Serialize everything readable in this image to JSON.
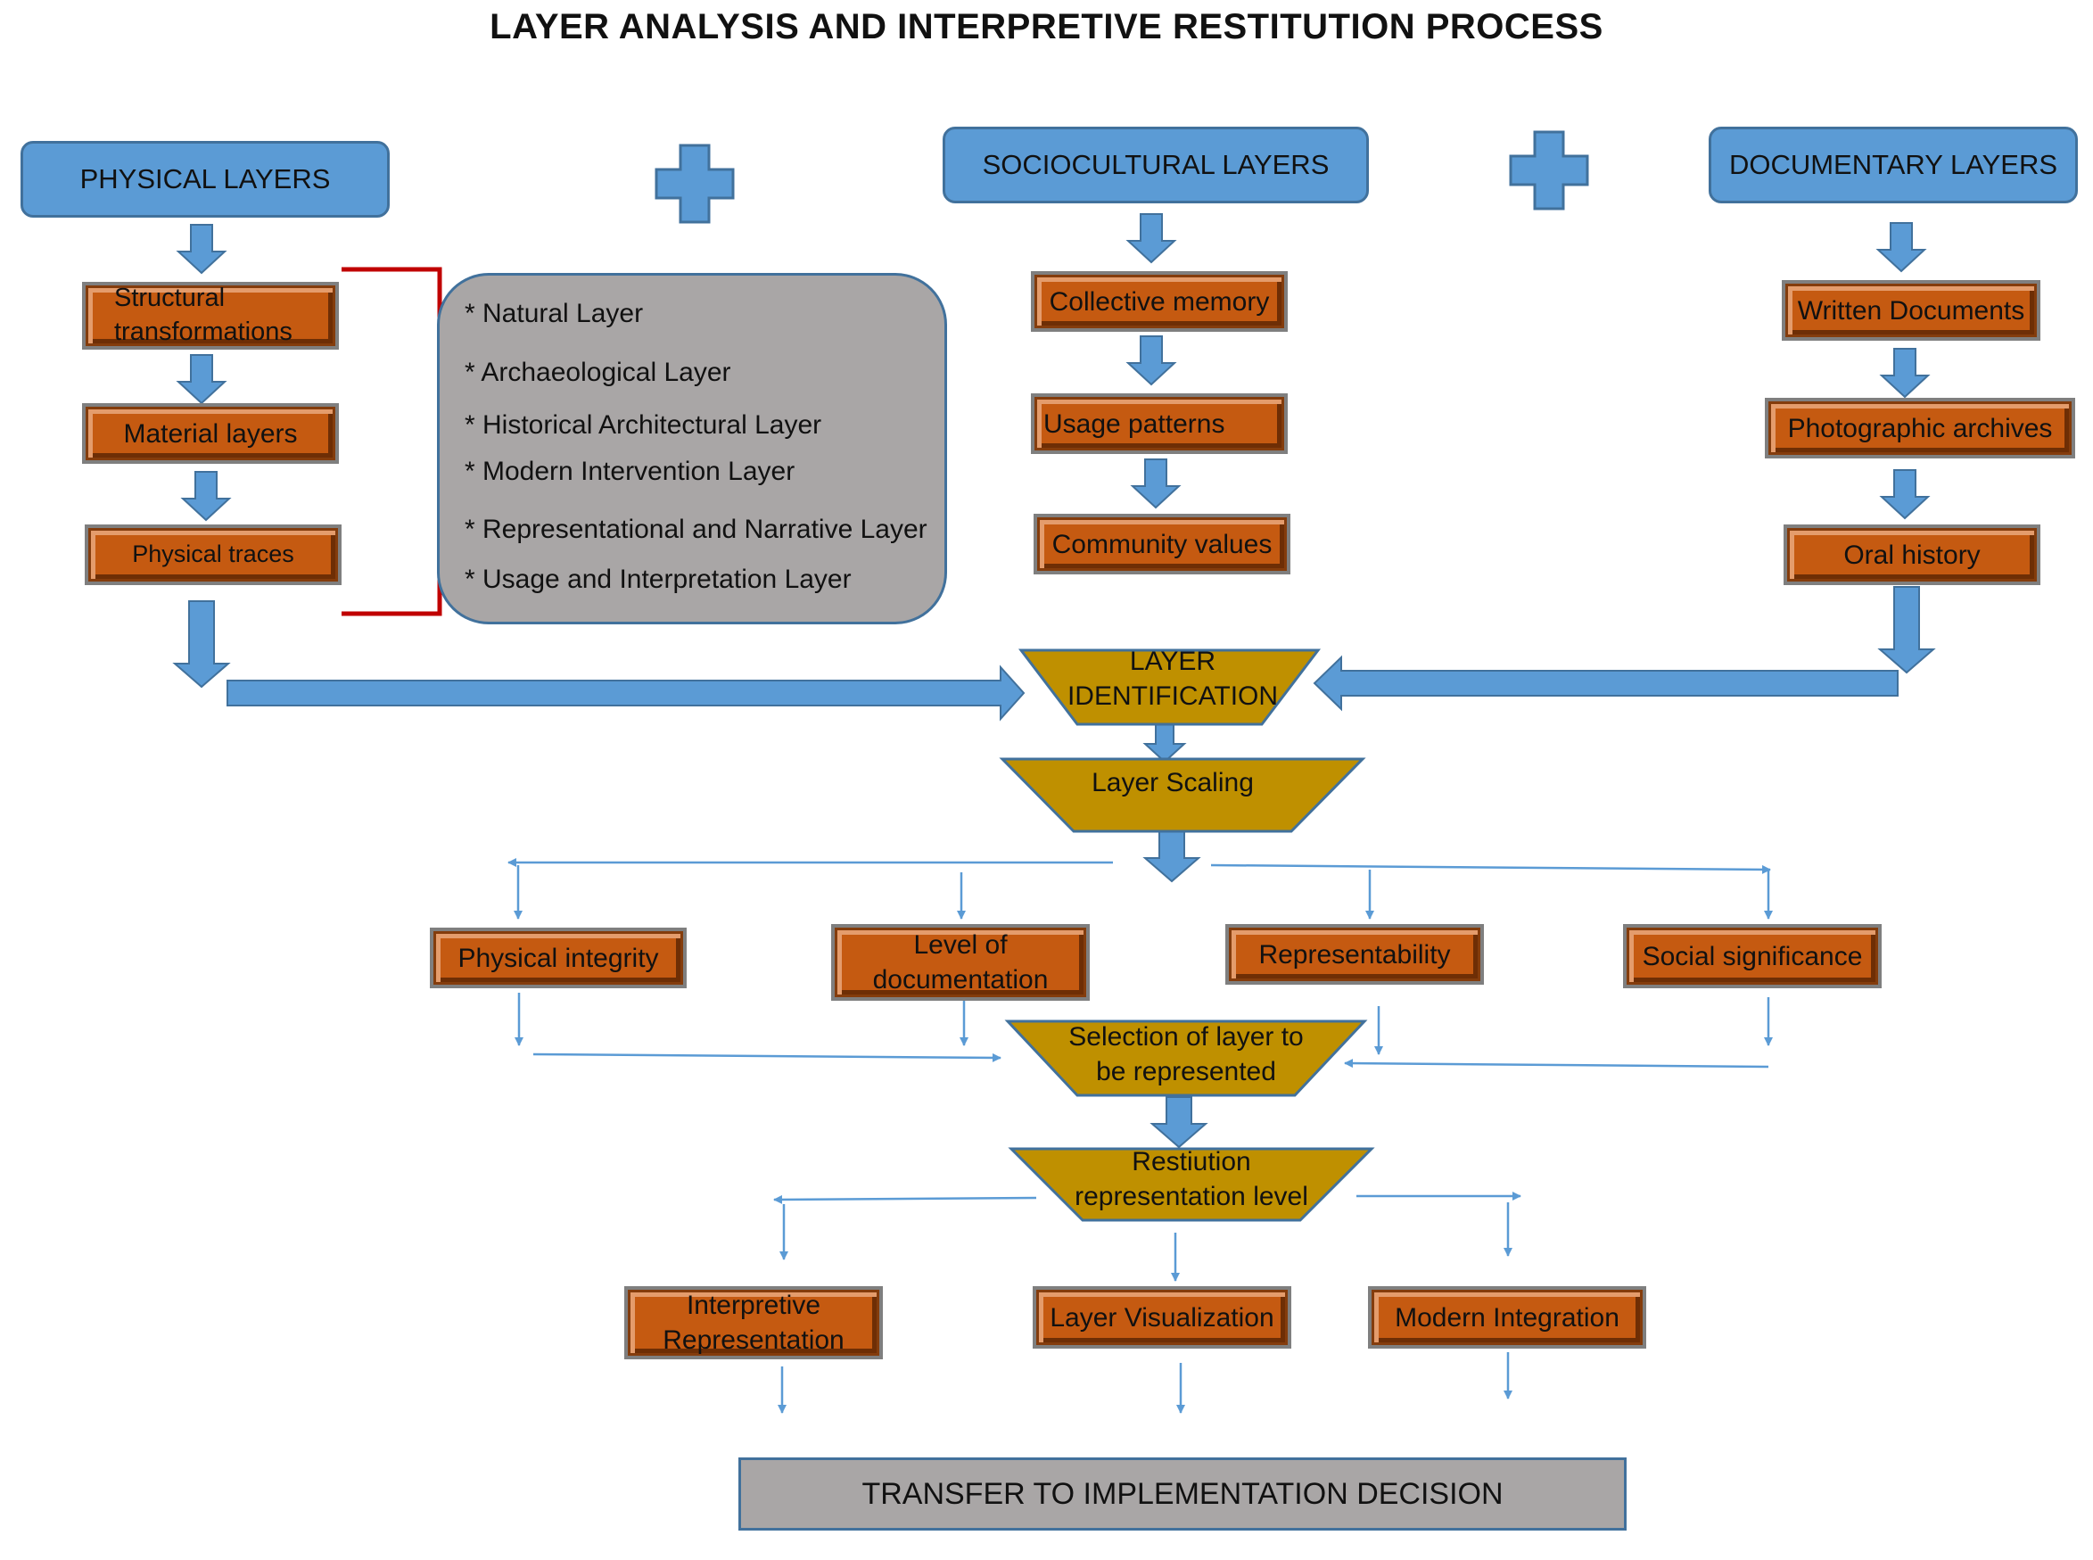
{
  "title": "LAYER ANALYSIS AND INTERPRETIVE RESTITUTION PROCESS",
  "sources": {
    "physical": "PHYSICAL LAYERS",
    "sociocultural": "SOCIOCULTURAL LAYERS",
    "documentary": "DOCUMENTARY LAYERS"
  },
  "physical_items": [
    "Structural transformations",
    "Material layers",
    "Physical traces"
  ],
  "sociocultural_items": [
    "Collective memory",
    "Usage patterns",
    "Community values"
  ],
  "documentary_items": [
    "Written Documents",
    "Photographic archives",
    "Oral history"
  ],
  "layer_types": [
    "* Natural Layer",
    "* Archaeological Layer",
    "* Historical Architectural Layer",
    "* Modern Intervention Layer",
    "* Representational and Narrative Layer",
    "* Usage and Interpretation Layer"
  ],
  "process": {
    "identification": "LAYER IDENTIFICATION",
    "scaling": "Layer Scaling",
    "selection": "Selection of layer to be represented",
    "restitution": "Restiution representation level"
  },
  "criteria": [
    "Physical integrity",
    "Level of documentation",
    "Representability",
    "Social significance"
  ],
  "outcomes": [
    "Interpretive Representation",
    "Layer Visualization",
    "Modern Integration"
  ],
  "final": "TRANSFER TO IMPLEMENTATION DECISION",
  "colors": {
    "blue": "#5b9bd5",
    "blue_border": "#41719c",
    "orange": "#c55a11",
    "gold": "#bf9000",
    "grey": "#a9a6a6",
    "bracket_red": "#c00000"
  }
}
